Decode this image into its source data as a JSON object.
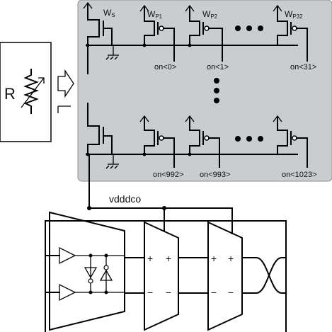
{
  "resistor": {
    "label": "R"
  },
  "pmos_row_top": {
    "devices": [
      {
        "label": "W",
        "sub": "S"
      },
      {
        "label": "W",
        "sub": "P1"
      },
      {
        "label": "W",
        "sub": "P2"
      },
      {
        "label": "W",
        "sub": "P32"
      }
    ],
    "controls": [
      "on<0>",
      "on<1>",
      "on<31>"
    ]
  },
  "pmos_row_bottom": {
    "controls": [
      "on<992>",
      "on<993>",
      "on<1023>"
    ]
  },
  "supply_net": {
    "label": "vdddco"
  },
  "delay_stages": {
    "plus_sign": "+",
    "minus_sign": "−"
  },
  "colors": {
    "panel_fill": "#c9cdd0",
    "panel_border": "#8a8f92",
    "wire": "#000000"
  }
}
